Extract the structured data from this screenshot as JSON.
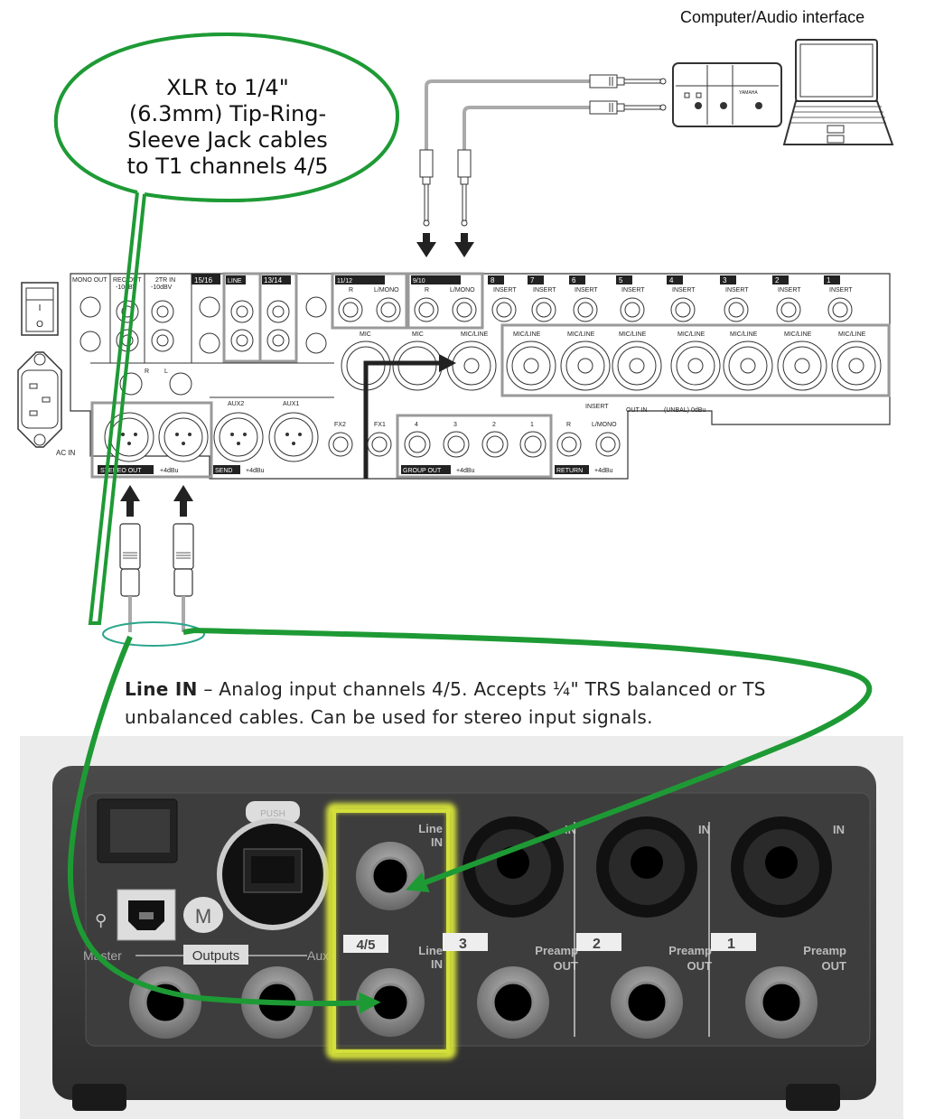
{
  "header": {
    "computer_label": "Computer/Audio interface"
  },
  "callout": {
    "lines": [
      "XLR to 1/4\"",
      "(6.3mm) Tip-Ring-",
      "Sleeve Jack cables",
      "to T1 channels 4/5"
    ]
  },
  "caption": {
    "bold": "Line IN",
    "text": " – Analog input channels 4/5. Accepts ¼\" TRS balanced or TS unbalanced cables. Can be used for stereo input signals."
  },
  "mixer": {
    "mono_out": "MONO OUT",
    "rec_out": "REC OUT",
    "rec_out_level": "-10dBV",
    "two_tr_in": "2TR IN",
    "two_tr_level": "-10dBV",
    "ch_15_16": "15/16",
    "ch_13_14": "13/14",
    "line": "LINE",
    "ch_11_12": "11/12",
    "ch_9_10": "9/10",
    "r": "R",
    "l": "L",
    "l_mono": "L/MONO",
    "insert": "INSERT",
    "mic": "MIC",
    "mic_line": "MIC/LINE",
    "channels": [
      "8",
      "7",
      "6",
      "5",
      "4",
      "3",
      "2",
      "1"
    ],
    "insert_legend": "INSERT",
    "insert_legend_detail": "OUT IN",
    "insert_legend_unbal": "(UNBAL)  0dBu",
    "aux2": "AUX2",
    "aux1": "AUX1",
    "fx2": "FX2",
    "fx1": "FX1",
    "stereo_out": "STEREO OUT",
    "send": "SEND",
    "group_out": "GROUP OUT",
    "return": "RETURN",
    "level_4dbu": "+4dBu",
    "group_numbers": [
      "4",
      "3",
      "2",
      "1"
    ],
    "ac_in": "AC IN",
    "power_on": "I",
    "power_off": "O"
  },
  "t1": {
    "outputs": "Outputs",
    "master": "Master",
    "aux": "Aux",
    "line_in_top": [
      "Line",
      "IN"
    ],
    "line_in_bottom": [
      "Line",
      "IN"
    ],
    "ch_45": "4/5",
    "channels": [
      "3",
      "2",
      "1"
    ],
    "in": "IN",
    "preamp": "Preamp",
    "out": "OUT",
    "push": "PUSH",
    "m_logo": "M"
  },
  "colors": {
    "arrow_green": "#1e9a35",
    "highlight_yellow": "#d4e03a",
    "ellipse_teal": "#2aa58c",
    "t1_body": "#3a3a3a"
  }
}
